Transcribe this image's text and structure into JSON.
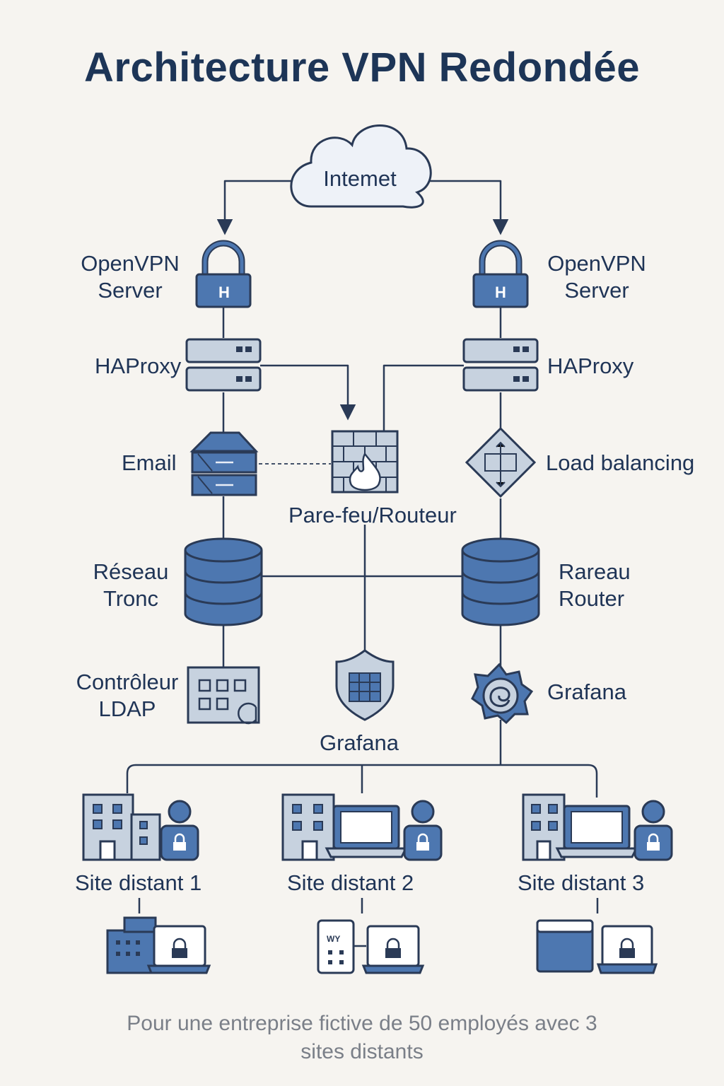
{
  "title": "Architecture VPN Redondée",
  "caption": {
    "line1": "Pour une entreprise fictive de 50 employés avec 3",
    "line2": "sites distants"
  },
  "colors": {
    "navy": "#1d3557",
    "line": "#2a3a56",
    "blue": "#4d77b0",
    "light_blue": "#b9c9df",
    "gray_blue": "#c7d2df",
    "background": "#f6f4f0",
    "caption_gray": "#7a7f88"
  },
  "nodes": {
    "internet": {
      "label": "Intemet",
      "icon": "cloud-icon"
    },
    "openvpn_left": {
      "line1": "OpenVPN",
      "line2": "Server",
      "icon": "padlock-icon",
      "badge": "H"
    },
    "openvpn_right": {
      "line1": "OpenVPN",
      "line2": "Server",
      "icon": "padlock-icon",
      "badge": "H"
    },
    "haproxy_left": {
      "label": "HAProxy",
      "icon": "server-rack-icon"
    },
    "haproxy_right": {
      "label": "HAProxy",
      "icon": "server-rack-icon"
    },
    "email": {
      "label": "Email",
      "icon": "mail-appliance-icon"
    },
    "firewall": {
      "label": "Pare-feu/Routeur",
      "icon": "firewall-icon"
    },
    "load_balancing": {
      "label": "Load balancing",
      "icon": "load-balancer-icon"
    },
    "reseau_tronc": {
      "line1": "Réseau",
      "line2": "Tronc",
      "icon": "database-icon"
    },
    "rareau_router": {
      "line1": "Rareau",
      "line2": "Router",
      "icon": "database-icon"
    },
    "ldap": {
      "line1": "Contrôleur",
      "line2": "LDAP",
      "icon": "ldap-panel-icon"
    },
    "grafana_center": {
      "label": "Grafana",
      "icon": "shield-icon"
    },
    "grafana_right": {
      "label": "Grafana",
      "icon": "grafana-icon"
    }
  },
  "sites": [
    {
      "label": "Site distant 1",
      "icon": "building-user-icon"
    },
    {
      "label": "Site distant 2",
      "icon": "building-laptop-user-icon"
    },
    {
      "label": "Site distant 3",
      "icon": "building-laptop-user-icon"
    }
  ]
}
